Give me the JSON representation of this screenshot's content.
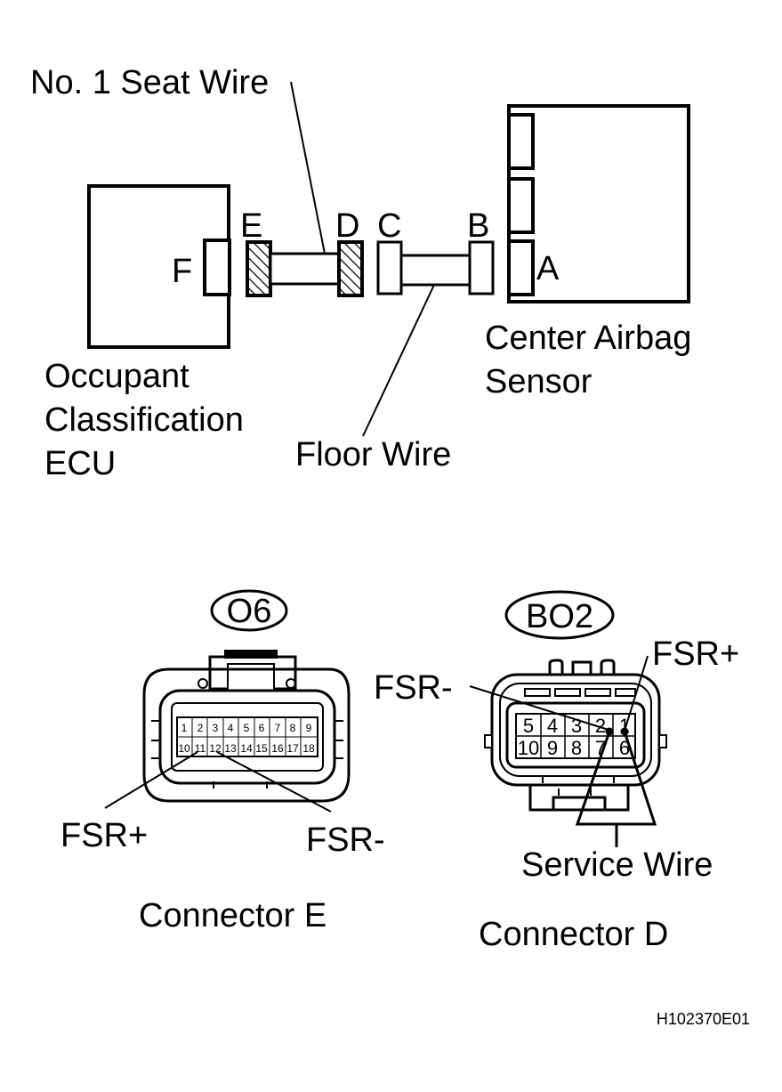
{
  "top": {
    "seat_wire": "No. 1 Seat Wire",
    "floor_wire": "Floor Wire",
    "ecu": [
      "Occupant",
      "Classification",
      "ECU"
    ],
    "sensor": [
      "Center Airbag",
      "Sensor"
    ],
    "letters": {
      "a": "A",
      "b": "B",
      "c": "C",
      "d": "D",
      "e": "E",
      "f": "F"
    }
  },
  "conn_e": {
    "code": "O6",
    "pins_top": [
      "1",
      "2",
      "3",
      "4",
      "5",
      "6",
      "7",
      "8",
      "9"
    ],
    "pins_bottom": [
      "10",
      "11",
      "12",
      "13",
      "14",
      "15",
      "16",
      "17",
      "18"
    ],
    "fsr_plus": "FSR+",
    "fsr_minus": "FSR-",
    "caption": "Connector E"
  },
  "conn_d": {
    "code": "BO2",
    "pins_top": [
      "5",
      "4",
      "3",
      "2",
      "1"
    ],
    "pins_bottom": [
      "10",
      "9",
      "8",
      "7",
      "6"
    ],
    "fsr_plus": "FSR+",
    "fsr_minus": "FSR-",
    "service": "Service Wire",
    "caption": "Connector D"
  },
  "figure_id": "H102370E01"
}
